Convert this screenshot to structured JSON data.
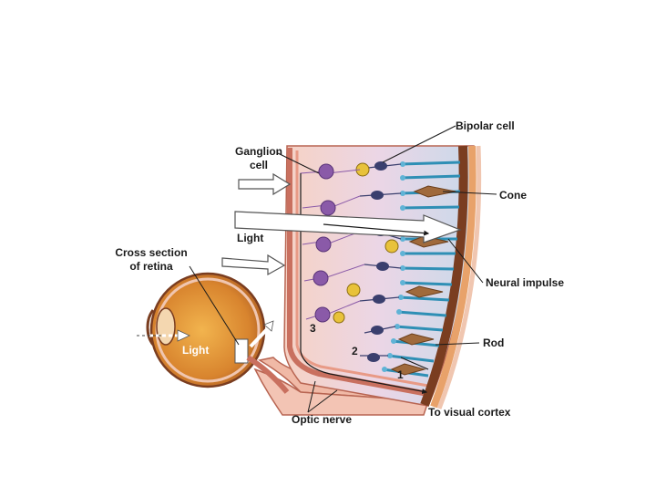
{
  "labels": {
    "bipolar_cell": "Bipolar cell",
    "ganglion_cell_line1": "Ganglion",
    "ganglion_cell_line2": "cell",
    "cone": "Cone",
    "light_top": "Light",
    "cross_section_line1": "Cross section",
    "cross_section_line2": "of retina",
    "neural_impulse": "Neural impulse",
    "light_eye": "Light",
    "rod": "Rod",
    "to_visual_cortex": "To visual cortex",
    "optic_nerve": "Optic nerve"
  },
  "step_numbers": [
    "1",
    "2",
    "3"
  ],
  "colors": {
    "tissue": "#f3c4b4",
    "tissue_dark": "#c9705f",
    "ganglion": "#8a5aa8",
    "bipolar": "#3a3f6e",
    "cone": "#a06a3c",
    "rod": "#2e8fb5",
    "yellow_cell": "#e8c23a",
    "eye": "#d8842e",
    "arrow": "#ffffff"
  }
}
